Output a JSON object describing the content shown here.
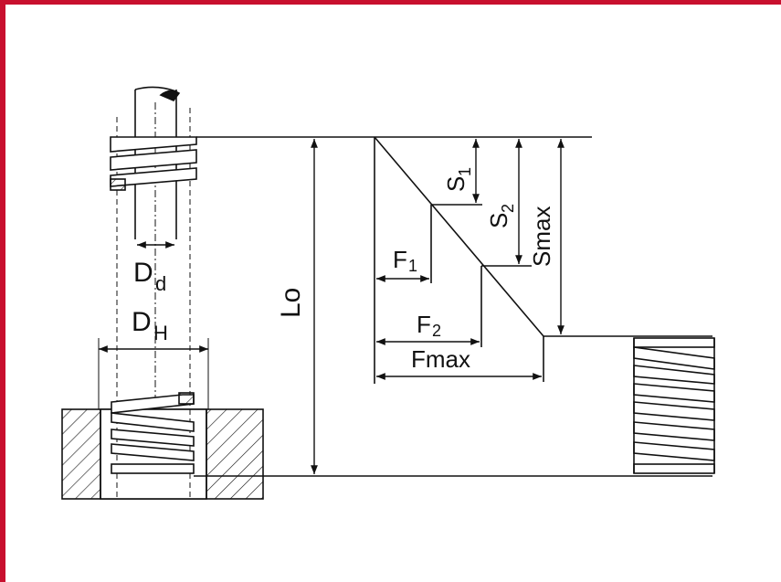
{
  "diagram": {
    "labels": {
      "dd_main": "D",
      "dd_sub": "d",
      "dh_main": "D",
      "dh_sub": "H",
      "lo": "Lo",
      "s1_main": "S",
      "s1_sub": "1",
      "s2_main": "S",
      "s2_sub": "2",
      "smax": "Smax",
      "f1_main": "F",
      "f1_sub": "1",
      "f2_main": "F",
      "f2_sub": "2",
      "fmax": "Fmax"
    }
  },
  "colors": {
    "frame": "#c8102e",
    "ink": "#111111"
  }
}
